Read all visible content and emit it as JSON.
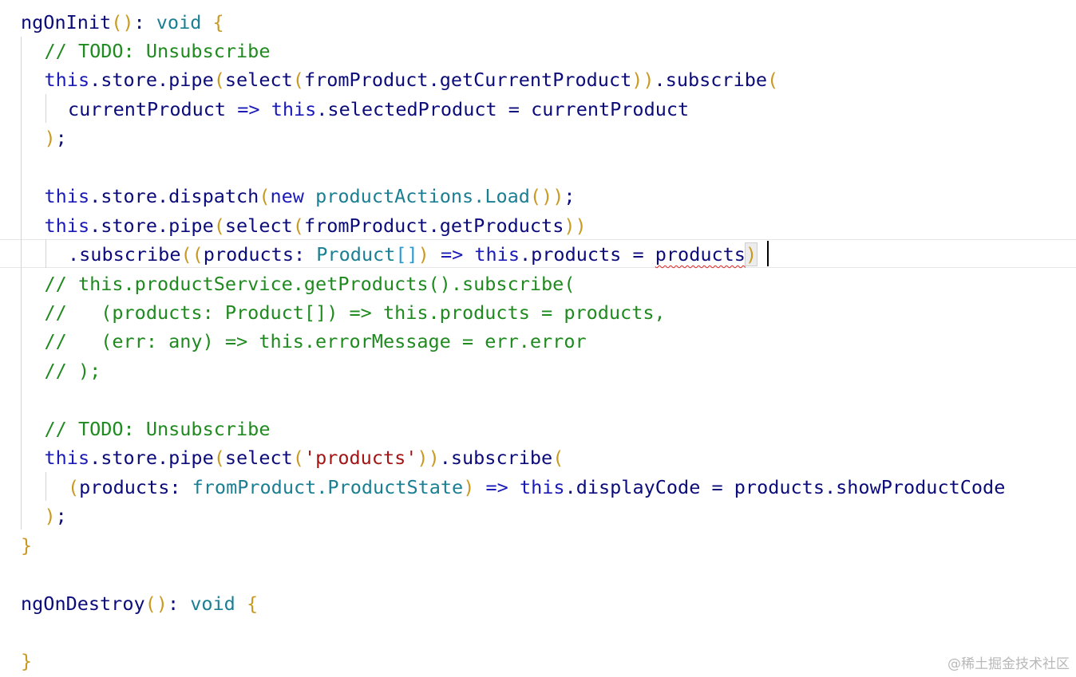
{
  "editor": {
    "lines": [
      {
        "indent": 0,
        "tokens": [
          {
            "t": "ngOnInit",
            "c": "ident"
          },
          {
            "t": "()",
            "c": "paren"
          },
          {
            "t": ": ",
            "c": "operator"
          },
          {
            "t": "void",
            "c": "type"
          },
          {
            "t": " ",
            "c": "ident"
          },
          {
            "t": "{",
            "c": "brace"
          }
        ]
      },
      {
        "indent": 1,
        "tokens": [
          {
            "t": "// TODO: Unsubscribe",
            "c": "comment"
          }
        ]
      },
      {
        "indent": 1,
        "tokens": [
          {
            "t": "this",
            "c": "keyword"
          },
          {
            "t": ".store.pipe",
            "c": "ident"
          },
          {
            "t": "(",
            "c": "paren"
          },
          {
            "t": "select",
            "c": "ident"
          },
          {
            "t": "(",
            "c": "paren"
          },
          {
            "t": "fromProduct.getCurrentProduct",
            "c": "ident"
          },
          {
            "t": "))",
            "c": "paren"
          },
          {
            "t": ".subscribe",
            "c": "ident"
          },
          {
            "t": "(",
            "c": "paren"
          }
        ]
      },
      {
        "indent": 2,
        "tokens": [
          {
            "t": "currentProduct ",
            "c": "ident"
          },
          {
            "t": "=>",
            "c": "keyword"
          },
          {
            "t": " ",
            "c": "ident"
          },
          {
            "t": "this",
            "c": "keyword"
          },
          {
            "t": ".selectedProduct = currentProduct",
            "c": "ident"
          }
        ]
      },
      {
        "indent": 1,
        "tokens": [
          {
            "t": ")",
            "c": "paren"
          },
          {
            "t": ";",
            "c": "operator"
          }
        ]
      },
      {
        "indent": 1,
        "tokens": []
      },
      {
        "indent": 1,
        "tokens": [
          {
            "t": "this",
            "c": "keyword"
          },
          {
            "t": ".store.dispatch",
            "c": "ident"
          },
          {
            "t": "(",
            "c": "paren"
          },
          {
            "t": "new",
            "c": "keyword"
          },
          {
            "t": " ",
            "c": "ident"
          },
          {
            "t": "productActions.Load",
            "c": "type"
          },
          {
            "t": "())",
            "c": "paren"
          },
          {
            "t": ";",
            "c": "operator"
          }
        ]
      },
      {
        "indent": 1,
        "tokens": [
          {
            "t": "this",
            "c": "keyword"
          },
          {
            "t": ".store.pipe",
            "c": "ident"
          },
          {
            "t": "(",
            "c": "paren"
          },
          {
            "t": "select",
            "c": "ident"
          },
          {
            "t": "(",
            "c": "paren"
          },
          {
            "t": "fromProduct.getProducts",
            "c": "ident"
          },
          {
            "t": "))",
            "c": "paren"
          }
        ]
      },
      {
        "indent": 2,
        "tokens": [
          {
            "t": ".subscribe",
            "c": "ident"
          },
          {
            "t": "(",
            "c": "paren"
          },
          {
            "t": "(",
            "c": "paren"
          },
          {
            "t": "products: ",
            "c": "ident"
          },
          {
            "t": "Product",
            "c": "type"
          },
          {
            "t": "[]",
            "c": "bracket"
          },
          {
            "t": ")",
            "c": "paren"
          },
          {
            "t": " ",
            "c": "ident"
          },
          {
            "t": "=>",
            "c": "keyword"
          },
          {
            "t": " ",
            "c": "ident"
          },
          {
            "t": "this",
            "c": "keyword"
          },
          {
            "t": ".products = ",
            "c": "ident"
          },
          {
            "t": "products",
            "c": "ident",
            "squiggle": true
          },
          {
            "t": ")",
            "c": "paren",
            "caret": true
          }
        ]
      },
      {
        "indent": 1,
        "tokens": [
          {
            "t": "// this.productService.getProducts().subscribe(",
            "c": "comment"
          }
        ]
      },
      {
        "indent": 1,
        "tokens": [
          {
            "t": "//   (products: Product[]) => this.products = products,",
            "c": "comment"
          }
        ]
      },
      {
        "indent": 1,
        "tokens": [
          {
            "t": "//   (err: any) => this.errorMessage = err.error",
            "c": "comment"
          }
        ]
      },
      {
        "indent": 1,
        "tokens": [
          {
            "t": "// );",
            "c": "comment"
          }
        ]
      },
      {
        "indent": 1,
        "tokens": []
      },
      {
        "indent": 1,
        "tokens": [
          {
            "t": "// TODO: Unsubscribe",
            "c": "comment"
          }
        ]
      },
      {
        "indent": 1,
        "tokens": [
          {
            "t": "this",
            "c": "keyword"
          },
          {
            "t": ".store.pipe",
            "c": "ident"
          },
          {
            "t": "(",
            "c": "paren"
          },
          {
            "t": "select",
            "c": "ident"
          },
          {
            "t": "(",
            "c": "paren"
          },
          {
            "t": "'products'",
            "c": "string"
          },
          {
            "t": "))",
            "c": "paren"
          },
          {
            "t": ".subscribe",
            "c": "ident"
          },
          {
            "t": "(",
            "c": "paren"
          }
        ]
      },
      {
        "indent": 2,
        "tokens": [
          {
            "t": "(",
            "c": "paren"
          },
          {
            "t": "products: ",
            "c": "ident"
          },
          {
            "t": "fromProduct.ProductState",
            "c": "type"
          },
          {
            "t": ")",
            "c": "paren"
          },
          {
            "t": " ",
            "c": "ident"
          },
          {
            "t": "=>",
            "c": "keyword"
          },
          {
            "t": " ",
            "c": "ident"
          },
          {
            "t": "this",
            "c": "keyword"
          },
          {
            "t": ".displayCode = products.showProductCode",
            "c": "ident"
          }
        ]
      },
      {
        "indent": 1,
        "tokens": [
          {
            "t": ")",
            "c": "paren"
          },
          {
            "t": ";",
            "c": "operator"
          }
        ]
      },
      {
        "indent": 0,
        "tokens": [
          {
            "t": "}",
            "c": "brace"
          }
        ]
      },
      {
        "indent": 0,
        "tokens": []
      },
      {
        "indent": 0,
        "tokens": [
          {
            "t": "ngOnDestroy",
            "c": "ident"
          },
          {
            "t": "()",
            "c": "paren"
          },
          {
            "t": ": ",
            "c": "operator"
          },
          {
            "t": "void",
            "c": "type"
          },
          {
            "t": " ",
            "c": "ident"
          },
          {
            "t": "{",
            "c": "brace"
          }
        ]
      },
      {
        "indent": 0,
        "tokens": []
      },
      {
        "indent": 0,
        "tokens": [
          {
            "t": "}",
            "c": "brace"
          }
        ]
      }
    ]
  },
  "watermark": "@稀土掘金技术社区",
  "colors": {
    "background": "#ffffff",
    "identifier": "#0b0b7a",
    "keyword": "#1a1ab8",
    "type": "#1b7f94",
    "comment": "#1f8a1f",
    "string": "#a31515",
    "brace": "#c99a22",
    "bracket": "#2a9ad4",
    "error_squiggle": "#e02020"
  }
}
